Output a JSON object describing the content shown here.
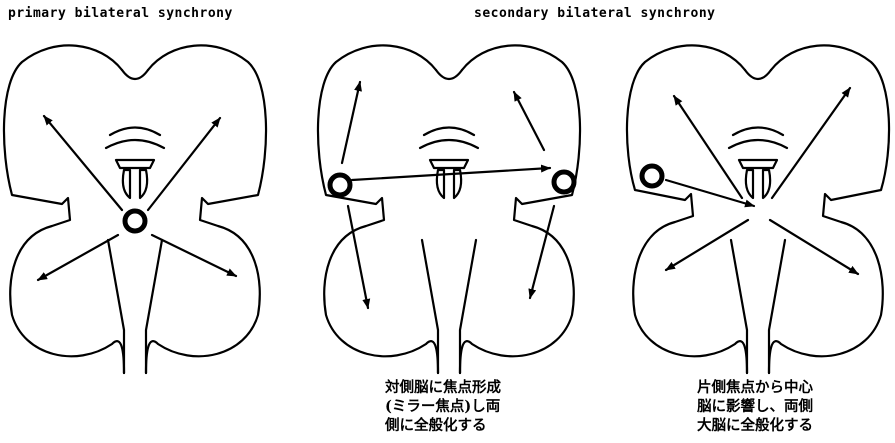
{
  "headings": {
    "primary": "primary bilateral synchrony",
    "secondary": "secondary bilateral synchrony"
  },
  "captions": {
    "middle": "対側脳に焦点形成\n(ミラー焦点)し両\n側に全般化する",
    "right": "片側焦点から中心\n脳に影響し、両側\n大脳に全般化する"
  },
  "colors": {
    "ink": "#000000",
    "background": "#ffffff"
  }
}
